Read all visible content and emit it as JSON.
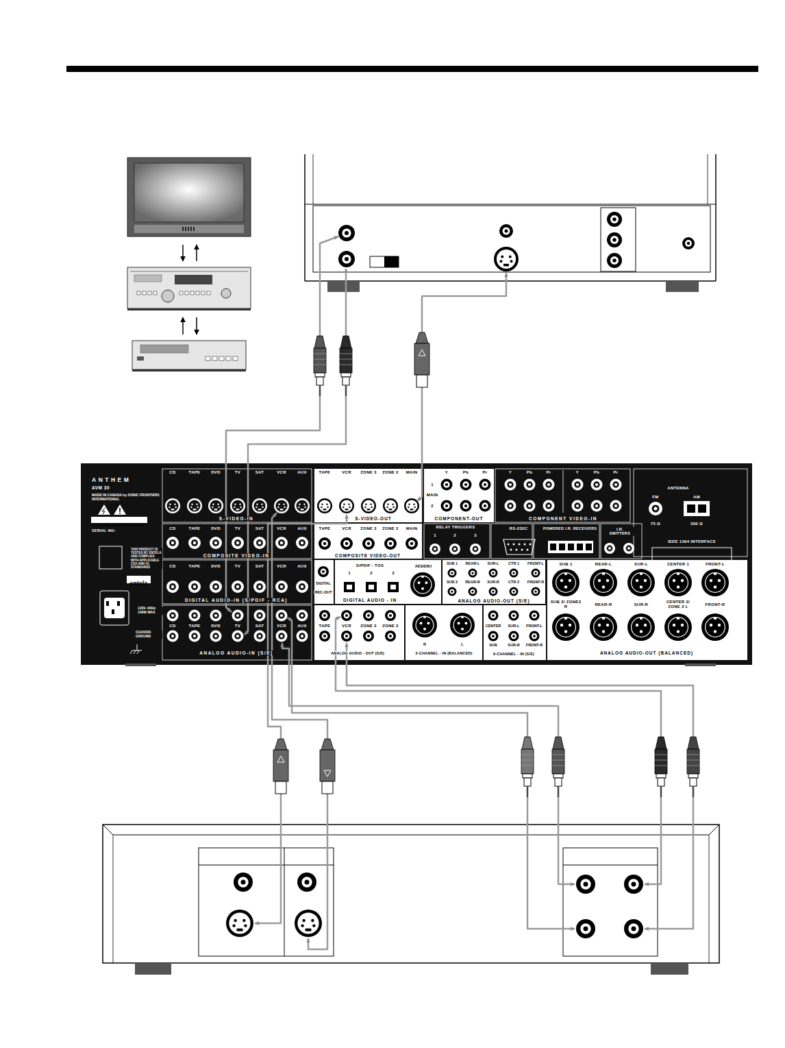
{
  "diagram": {
    "nodes": [
      {
        "text": [
          "ANTHEM",
          "AVM 30",
          "MADE IN CANADA by SONIC FRONTIERS INTERNATIONAL"
        ]
      },
      {
        "text": [
          "CAUTION / AVERTISSEMENT"
        ],
        "in": 0
      },
      {
        "text": [
          "entela"
        ],
        "in": 0
      }
    ],
    "labels": [
      "CD",
      "TAPE",
      "DVD",
      "TV",
      "SAT",
      "VCR",
      "AUX",
      "S-VIDEO-IN",
      "CD",
      "TAPE",
      "DVD",
      "TV",
      "SAT",
      "VCR",
      "AUX",
      "COMPOSITE VIDEO-IN",
      "CD",
      "TAPE",
      "DVD",
      "TV",
      "SAT",
      "VCR",
      "AUX",
      "DIGITAL AUDIO-IN (S/PDIF - RCA)",
      "CD",
      "TAPE",
      "DVD",
      "TV",
      "SAT",
      "VCR",
      "AUX",
      "ANALOG AUDIO-IN (S/E)",
      "TAPE",
      "VCR",
      "ZONE 3",
      "ZONE 2",
      "MAIN",
      "S-VIDEO-OUT",
      "TAPE",
      "VCR",
      "ZONE 3",
      "ZONE 2",
      "MAIN",
      "COMPOSITE VIDEO-OUT",
      "Y",
      "Pb",
      "Pr",
      "1",
      "MAIN",
      "2",
      "COMPONENT-OUT",
      "Y",
      "Pb",
      "Pr",
      "Y",
      "Pb",
      "Pr",
      "COMPONENT VIDEO-IN",
      "ANTENNA",
      "FM",
      "AM",
      "75 Ω",
      "300 Ω",
      "IEEE 1394 INTERFACE",
      "RELAY TRIGGERS",
      "1",
      "2",
      "3",
      "RS-232C",
      "POWERED I.R. RECEIVERS",
      "I.R. EMITTERS",
      "DIGITAL",
      "REC-OUT",
      "S/PDIF - TOS",
      "1",
      "2",
      "3",
      "DIGITAL AUDIO - IN",
      "AES/EBU",
      "SUB 1",
      "REAR-L",
      "SUR-L",
      "CTR 1",
      "FRONT-L",
      "SUB 2",
      "REAR-R",
      "SUR-R",
      "CTR 2",
      "FRONT-R",
      "ANALOG AUDIO-OUT (S/E)",
      "SUB 1",
      "REAR-L",
      "SUR-L",
      "CENTER 1",
      "FRONT-L",
      "SUB 2/ ZONE2 R",
      "REAR-R",
      "SUR-R",
      "CENTER 2/ ZONE 2 L",
      "FRONT-R",
      "ANALOG AUDIO-OUT (BALANCED)",
      "TAPE",
      "VCR",
      "ZONE 3",
      "ZONE 2",
      "ANALOG AUDIO - OUT (S/E)",
      "R",
      "L",
      "2-CHANNEL - IN (BALANCED)",
      "CENTER",
      "SUR-L",
      "FRONT-L",
      "SUB",
      "SUR-R",
      "FRONT-R",
      "6-CHANNEL - IN (S/E)",
      "SERIAL NO:",
      "THIS PRODUCT IS TESTED BY ENTELA AND COMPLIES WITH APPLICABLE CSA AND UL STANDARDS",
      "120V~60Hz 140W MAX",
      "CHASSIS GROUND"
    ]
  }
}
